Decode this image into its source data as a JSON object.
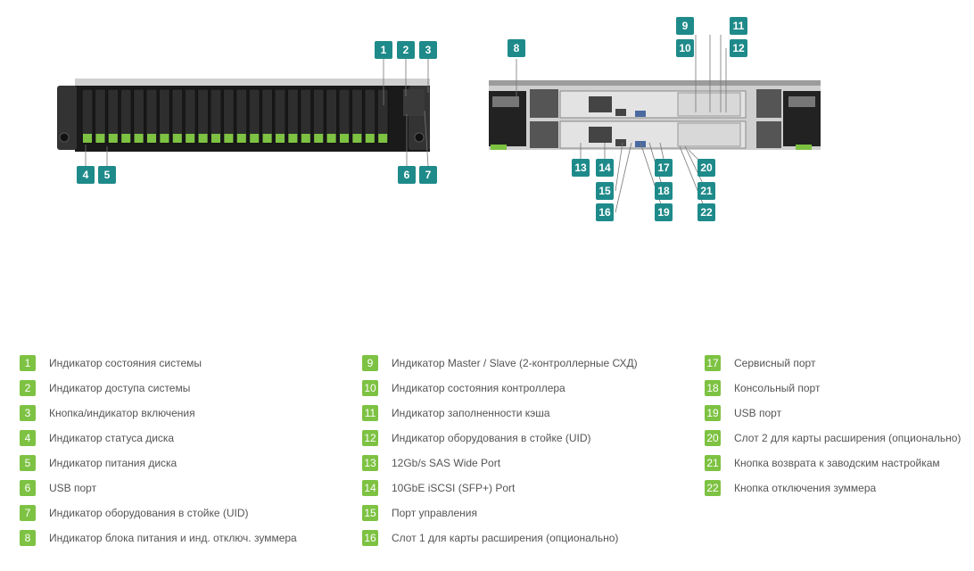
{
  "front_callouts": [
    "1",
    "2",
    "3",
    "4",
    "5",
    "6",
    "7"
  ],
  "rear_callouts": [
    "8",
    "9",
    "10",
    "11",
    "12",
    "13",
    "14",
    "15",
    "16",
    "17",
    "18",
    "19",
    "20",
    "21",
    "22"
  ],
  "legend": {
    "col1": [
      {
        "num": "1",
        "text": "Индикатор состояния системы"
      },
      {
        "num": "2",
        "text": "Индикатор доступа системы"
      },
      {
        "num": "3",
        "text": "Кнопка/индикатор включения"
      },
      {
        "num": "4",
        "text": "Индикатор статуса диска"
      },
      {
        "num": "5",
        "text": "Индикатор питания диска"
      },
      {
        "num": "6",
        "text": "USB порт"
      },
      {
        "num": "7",
        "text": "Индикатор оборудования в стойке (UID)"
      },
      {
        "num": "8",
        "text": "Индикатор блока питания и инд. отключ. зуммера"
      }
    ],
    "col2": [
      {
        "num": "9",
        "text": "Индикатор Master / Slave (2-контроллерные СХД)"
      },
      {
        "num": "10",
        "text": "Индикатор состояния контроллера"
      },
      {
        "num": "11",
        "text": "Индикатор заполненности кэша"
      },
      {
        "num": "12",
        "text": "Индикатор оборудования в стойке (UID)"
      },
      {
        "num": "13",
        "text": "12Gb/s SAS Wide Port"
      },
      {
        "num": "14",
        "text": "10GbE iSCSI (SFP+) Port"
      },
      {
        "num": "15",
        "text": "Порт управления"
      },
      {
        "num": "16",
        "text": "Слот 1 для карты расширения (опционально)"
      }
    ],
    "col3": [
      {
        "num": "17",
        "text": "Сервисный порт"
      },
      {
        "num": "18",
        "text": "Консольный порт"
      },
      {
        "num": "19",
        "text": "USB порт"
      },
      {
        "num": "20",
        "text": "Слот 2 для карты расширения (опционально)"
      },
      {
        "num": "21",
        "text": "Кнопка возврата к заводским настройкам"
      },
      {
        "num": "22",
        "text": "Кнопка отключения зуммера"
      }
    ]
  },
  "colors": {
    "callout": "#1f8a8a",
    "legend_badge": "#7dc242",
    "chassis": "#2b2b2b",
    "drive_led": "#7dc242"
  }
}
